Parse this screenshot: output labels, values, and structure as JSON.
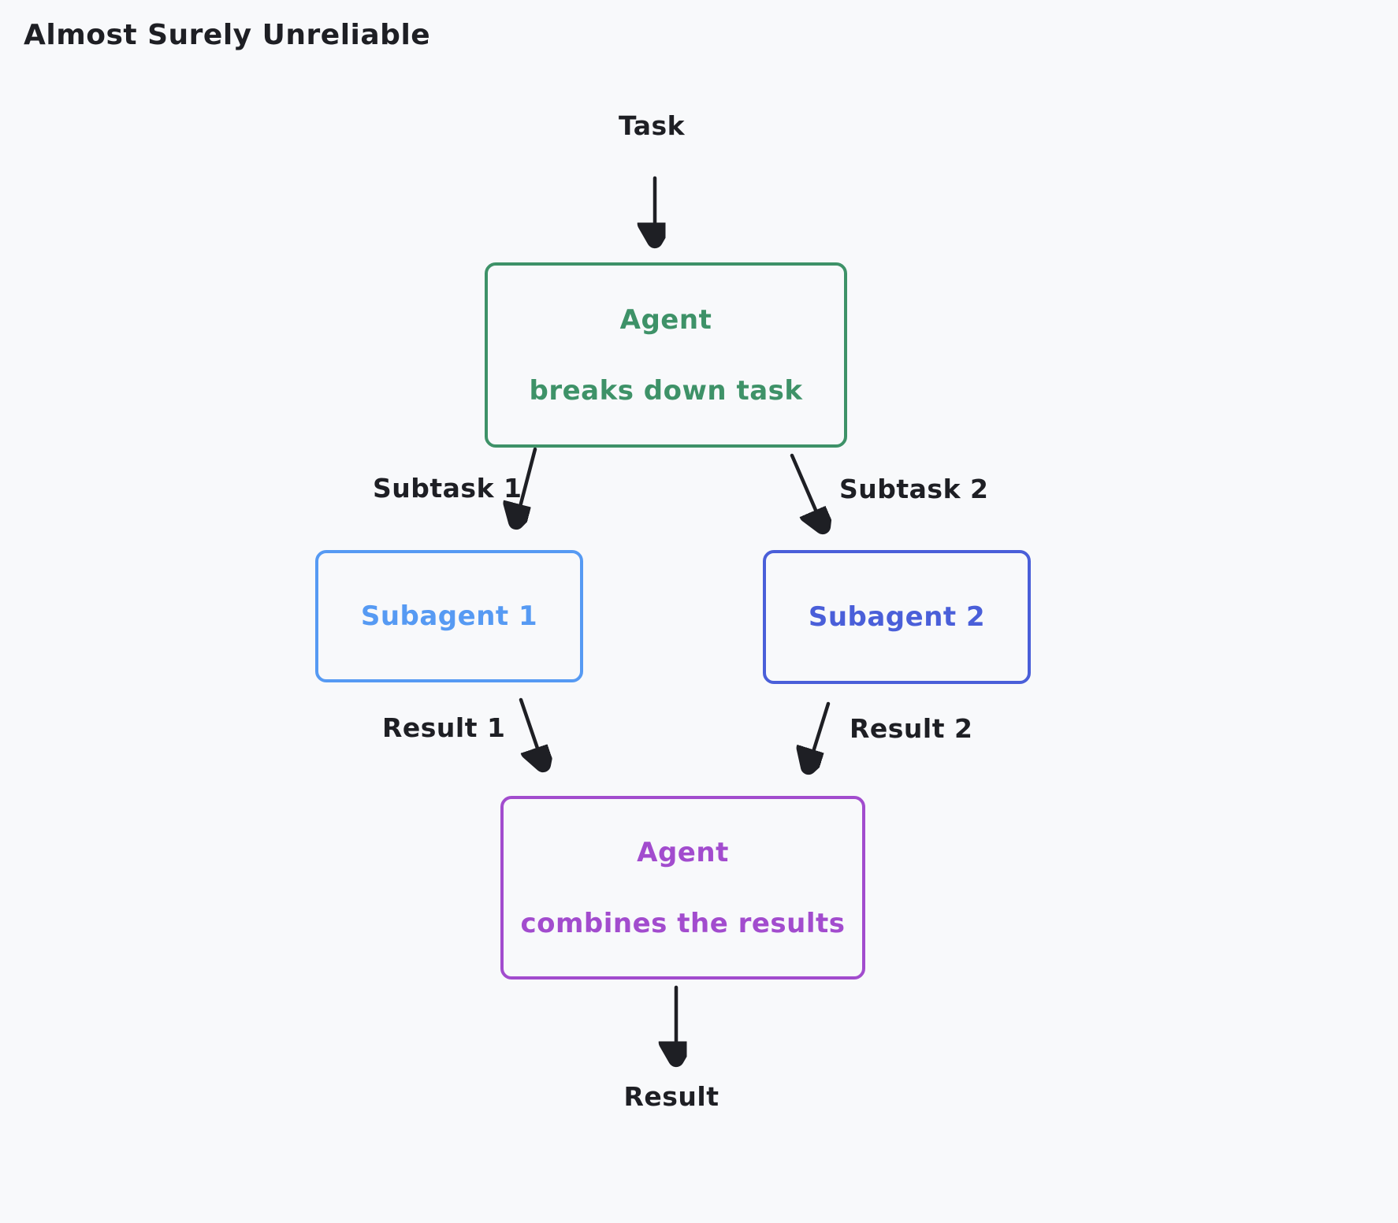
{
  "title": "Almost Surely Unreliable",
  "diagram": {
    "task_label": "Task",
    "agent_box": {
      "title": "Agent",
      "subtitle": "breaks down task"
    },
    "subtask1_label": "Subtask 1",
    "subtask2_label": "Subtask 2",
    "subagent1_label": "Subagent 1",
    "subagent2_label": "Subagent 2",
    "result1_label": "Result 1",
    "result2_label": "Result 2",
    "combiner_box": {
      "title": "Agent",
      "subtitle": "combines the results"
    },
    "result_label": "Result"
  },
  "colors": {
    "background": "#f8f9fb",
    "ink": "#1e1f24",
    "agent_green": "#3e9268",
    "subagent1_blue": "#569af3",
    "subagent2_indigo": "#4a5fd9",
    "combiner_purple": "#a24cce"
  }
}
